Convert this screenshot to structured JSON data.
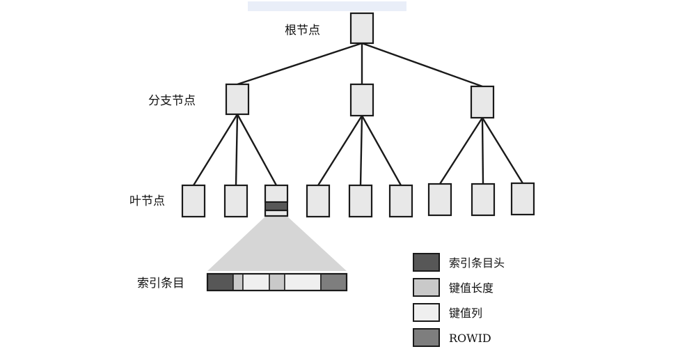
{
  "labels": {
    "root": "根节点",
    "branch": "分支节点",
    "leaf": "叶节点",
    "entry": "索引条目"
  },
  "legend": [
    {
      "key": "header",
      "label": "索引条目头",
      "color": "#575757"
    },
    {
      "key": "key_length",
      "label": "键值长度",
      "color": "#c9c9c9"
    },
    {
      "key": "key_column",
      "label": "键值列",
      "color": "#efefef"
    },
    {
      "key": "rowid",
      "label": "ROWID",
      "color": "#7e7e7e"
    }
  ],
  "index_entry_segments": [
    "header",
    "key_length",
    "key_column",
    "key_length",
    "key_column",
    "rowid"
  ],
  "colors": {
    "node_fill": "#e8e8e8",
    "line": "#1a1a1a",
    "zoom_fill": "#d6d6d6"
  }
}
